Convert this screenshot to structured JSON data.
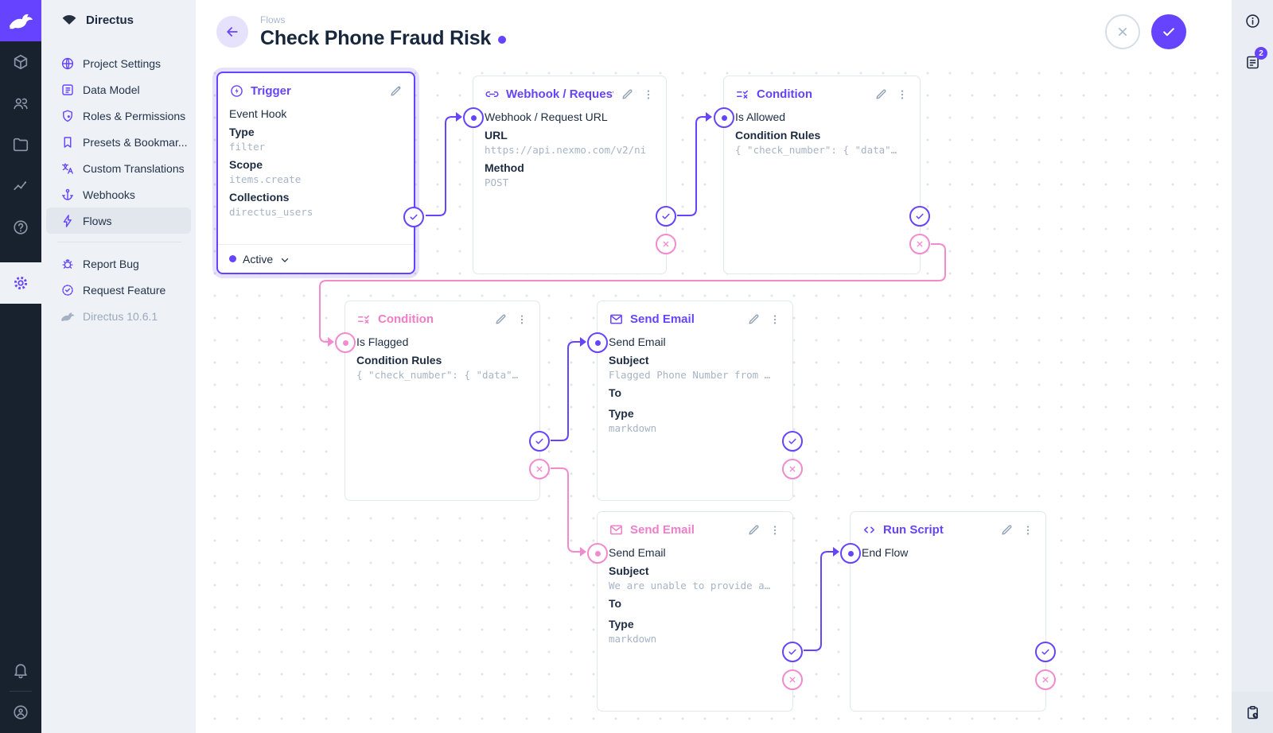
{
  "app": {
    "brand": "Directus"
  },
  "module_bar": {
    "icons": [
      "content-module",
      "users-module",
      "files-module",
      "insights-module",
      "docs-help-module",
      "settings-module",
      "notifications-bell",
      "user-account"
    ]
  },
  "sidebar": {
    "project_name": "Directus",
    "items": [
      {
        "label": "Project Settings"
      },
      {
        "label": "Data Model"
      },
      {
        "label": "Roles & Permissions"
      },
      {
        "label": "Presets & Bookmar..."
      },
      {
        "label": "Custom Translations"
      },
      {
        "label": "Webhooks"
      },
      {
        "label": "Flows"
      }
    ],
    "footer_items": [
      {
        "label": "Report Bug"
      },
      {
        "label": "Request Feature"
      }
    ],
    "version": "Directus 10.6.1"
  },
  "header": {
    "breadcrumb": "Flows",
    "title": "Check Phone Fraud Risk"
  },
  "right_sidebar": {
    "notification_count": "2"
  },
  "nodes": [
    {
      "title": "Trigger",
      "name": "Event Hook",
      "status": "Active",
      "fields": [
        {
          "label": "Type",
          "value": "filter"
        },
        {
          "label": "Scope",
          "value": "items.create"
        },
        {
          "label": "Collections",
          "value": "directus_users"
        }
      ]
    },
    {
      "title": "Webhook / Request URL",
      "name": "Webhook / Request URL",
      "fields": [
        {
          "label": "URL",
          "value": "https://api.nexmo.com/v2/ni"
        },
        {
          "label": "Method",
          "value": "POST"
        }
      ]
    },
    {
      "title": "Condition",
      "name": "Is Allowed",
      "fields": [
        {
          "label": "Condition Rules",
          "value": "{ \"check_number\": { \"data\"…"
        }
      ]
    },
    {
      "title": "Condition",
      "name": "Is Flagged",
      "fields": [
        {
          "label": "Condition Rules",
          "value": "{ \"check_number\": { \"data\"…"
        }
      ]
    },
    {
      "title": "Send Email",
      "name": "Send Email",
      "fields": [
        {
          "label": "Subject",
          "value": "Flagged Phone Number from …"
        },
        {
          "label": "To",
          "value": ""
        },
        {
          "label": "Type",
          "value": "markdown"
        }
      ]
    },
    {
      "title": "Send Email",
      "name": "Send Email",
      "fields": [
        {
          "label": "Subject",
          "value": "We are unable to provide a…"
        },
        {
          "label": "To",
          "value": ""
        },
        {
          "label": "Type",
          "value": "markdown"
        }
      ]
    },
    {
      "title": "Run Script",
      "name": "End Flow",
      "fields": []
    }
  ],
  "connections": [
    {
      "from": "trigger.resolve",
      "to": "webhook-request-url"
    },
    {
      "from": "webhook-request-url.resolve",
      "to": "condition-is-allowed"
    },
    {
      "from": "condition-is-allowed.reject",
      "to": "condition-is-flagged"
    },
    {
      "from": "condition-is-flagged.resolve",
      "to": "send-email-flagged"
    },
    {
      "from": "condition-is-flagged.reject",
      "to": "send-email-unable"
    },
    {
      "from": "send-email-unable.resolve",
      "to": "run-script-end-flow"
    }
  ],
  "colors": {
    "accent": "#6644FF",
    "reject": "#F18BCE",
    "module_bar": "#18212e"
  }
}
